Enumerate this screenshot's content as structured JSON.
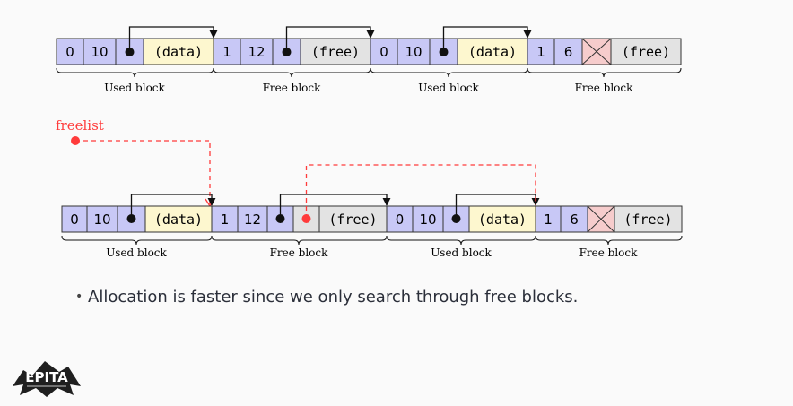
{
  "row1": {
    "blocks": [
      {
        "label": "Used block",
        "cells": [
          "0",
          "10",
          "",
          "(data)"
        ]
      },
      {
        "label": "Free block",
        "cells": [
          "1",
          "12",
          "",
          "(free)"
        ]
      },
      {
        "label": "Used block",
        "cells": [
          "0",
          "10",
          "",
          "(data)"
        ]
      },
      {
        "label": "Free block",
        "cells": [
          "1",
          "6",
          "",
          "(free)"
        ]
      }
    ]
  },
  "row2": {
    "freelist_label": "freelist",
    "blocks": [
      {
        "label": "Used block",
        "cells": [
          "0",
          "10",
          "",
          "(data)"
        ]
      },
      {
        "label": "Free block",
        "cells": [
          "1",
          "12",
          "",
          "",
          "(free)"
        ]
      },
      {
        "label": "Used block",
        "cells": [
          "0",
          "10",
          "",
          "(data)"
        ]
      },
      {
        "label": "Free block",
        "cells": [
          "1",
          "6",
          "",
          "(free)"
        ]
      }
    ]
  },
  "bullet": "Allocation is faster since we only search through free blocks.",
  "logo": {
    "text": "EPITA"
  },
  "colors": {
    "header": "#c8c8f6",
    "data": "#fdf7cf",
    "free": "#e3e3e3",
    "null": "#f6cccc",
    "freelist": "#ff3b3b",
    "outline": "#333333"
  }
}
